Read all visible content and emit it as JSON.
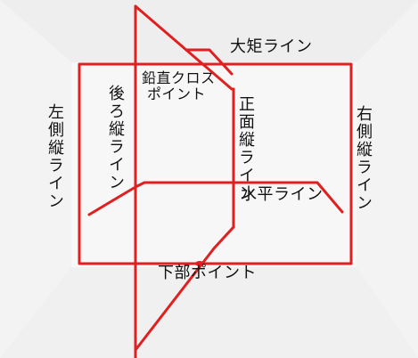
{
  "colors": {
    "laser": "#e02020",
    "text": "#111111",
    "room_light": "#f6f6f6",
    "room_shade": "#e4e4e4"
  },
  "labels": {
    "top_line": "大矩ライン",
    "cross_point_line1": "鉛直クロス",
    "cross_point_line2": "ポイント",
    "rear_vertical": "後ろ縦ライン",
    "left_vertical": "左側縦ライン",
    "front_vertical": "正面縦ライン",
    "right_vertical": "右側縦ライン",
    "horizontal": "水平ライン",
    "bottom_point": "下部ポイント"
  }
}
